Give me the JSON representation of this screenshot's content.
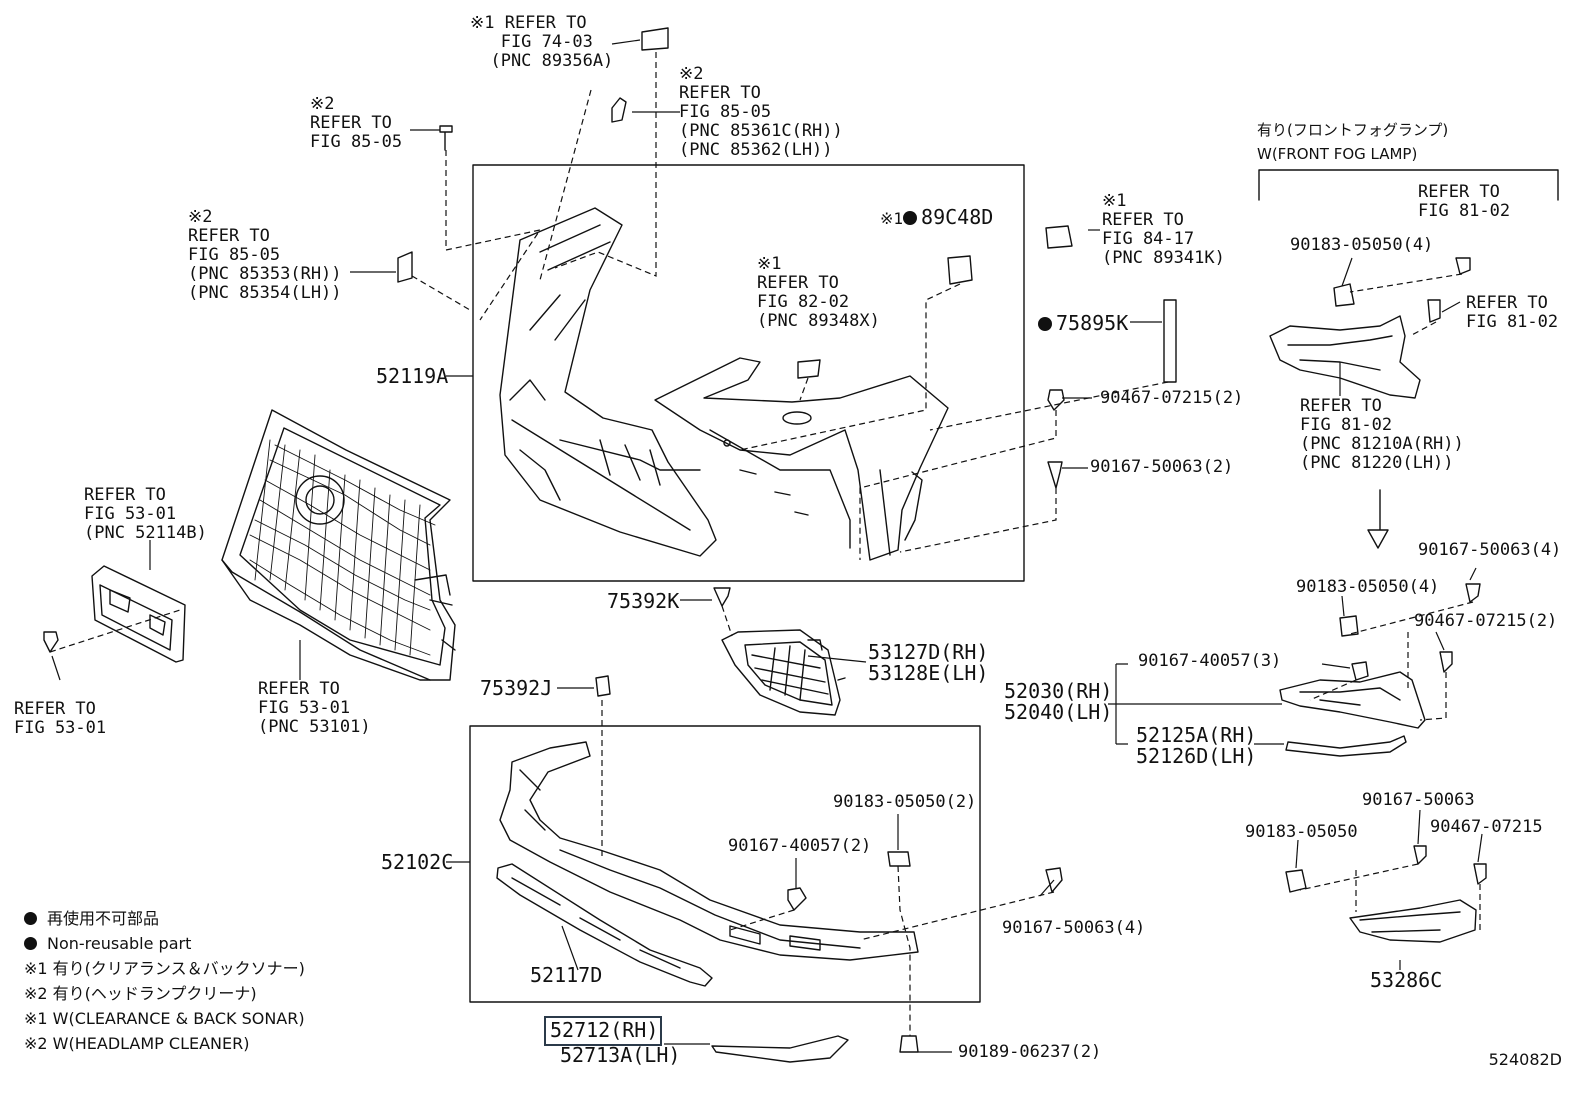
{
  "labels": {
    "ref_7403": "※1 REFER TO\n   FIG 74-03\n  (PNC 89356A)",
    "ref_8505_top": "※2\nREFER TO\nFIG 85-05\n(PNC 85361C(RH))\n(PNC 85362(LH))",
    "ref_8505_bolt": "※2\nREFER TO\nFIG 85-05",
    "ref_8505_left": "※2\nREFER TO\nFIG 85-05\n(PNC 85353(RH))\n(PNC 85354(LH))",
    "p_89c48d": "89C48D",
    "p_89c48d_prefix": "※1",
    "ref_8417": "※1\nREFER TO\nFIG 84-17\n(PNC 89341K)",
    "ref_8202": "※1\nREFER TO\nFIG 82-02\n(PNC 89348X)",
    "p_75895k": "75895K",
    "p_52119a": "52119A",
    "p_90467_07215_2": "90467-07215(2)",
    "p_90167_50063_2": "90167-50063(2)",
    "ref_5301_top": "REFER TO\nFIG 53-01\n(PNC 52114B)",
    "ref_5301_bottom": "REFER TO\nFIG 53-01",
    "ref_5301_grille": "REFER TO\nFIG 53-01\n(PNC 53101)",
    "p_75392k": "75392K",
    "p_53127d": "53127D(RH)\n53128E(LH)",
    "p_75392j": "75392J",
    "p_52102c": "52102C",
    "p_90183_05050_2": "90183-05050(2)",
    "p_90167_40057_2": "90167-40057(2)",
    "p_90167_50063_4_center": "90167-50063(4)",
    "p_52117d": "52117D",
    "p_52712": "52712(RH)",
    "p_52713a": "52713A(LH)",
    "p_90189_06237": "90189-06237(2)",
    "fog_jp": "有り(フロントフォグランプ)",
    "fog_en": "W(FRONT FOG LAMP)",
    "ref_8102_a": "REFER TO\nFIG 81-02",
    "p_90183_05050_4_a": "90183-05050(4)",
    "ref_8102_b": "REFER TO\nFIG 81-02",
    "ref_8102_c": "REFER TO\nFIG 81-02\n(PNC 81210A(RH))\n(PNC 81220(LH))",
    "p_90167_50063_4_right": "90167-50063(4)",
    "p_90183_05050_4_b": "90183-05050(4)",
    "p_90467_07215_2_right": "90467-07215(2)",
    "p_90167_40057_3": "90167-40057(3)",
    "p_52030": "52030(RH)\n52040(LH)",
    "p_52125a": "52125A(RH)\n52126D(LH)",
    "p_90167_50063": "90167-50063",
    "p_90183_05050": "90183-05050",
    "p_90467_07215": "90467-07215",
    "p_53286c": "53286C"
  },
  "legend": {
    "non_reusable_jp": "再使用不可部品",
    "non_reusable_en": "Non-reusable part",
    "note1_jp": "※1  有り(クリアランス＆バックソナー)",
    "note2_jp": "※2  有り(ヘッドランプクリーナ)",
    "note1_en": "※1  W(CLEARANCE & BACK SONAR)",
    "note2_en": "※2  W(HEADLAMP CLEANER)"
  },
  "sheet_id": "524082D"
}
